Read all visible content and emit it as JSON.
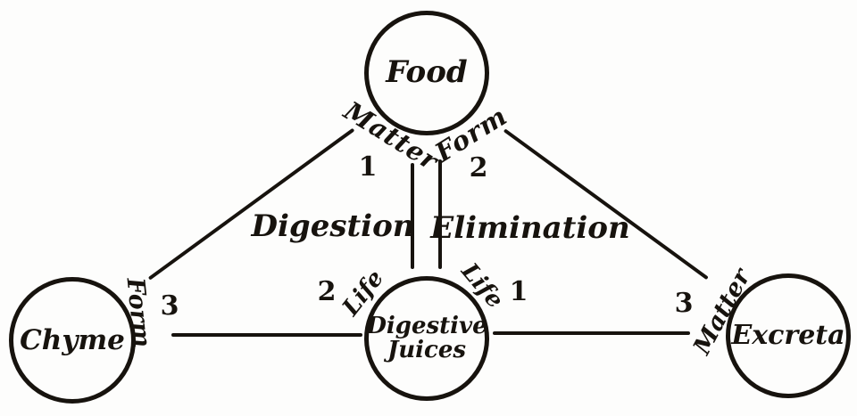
{
  "nodes": {
    "food": {
      "label": "Food"
    },
    "chyme": {
      "label": "Chyme"
    },
    "digestive_juices": {
      "line1": "Digestive",
      "line2": "Juices"
    },
    "excreta": {
      "label": "Excreta"
    }
  },
  "process_labels": {
    "digestion": "Digestion",
    "elimination": "Elimination"
  },
  "arc_labels": {
    "matter_food": "Matter",
    "form_food": "Form",
    "life_left": "Life",
    "life_right": "Life",
    "form_chyme": "Form",
    "matter_excreta": "Matter"
  },
  "numbers": {
    "food_matter": "1",
    "food_form": "2",
    "juices_left": "2",
    "juices_right": "1",
    "chyme_form": "3",
    "excreta_matter": "3"
  },
  "colors": {
    "ink": "#17130e",
    "background": "#fdfdfc"
  }
}
